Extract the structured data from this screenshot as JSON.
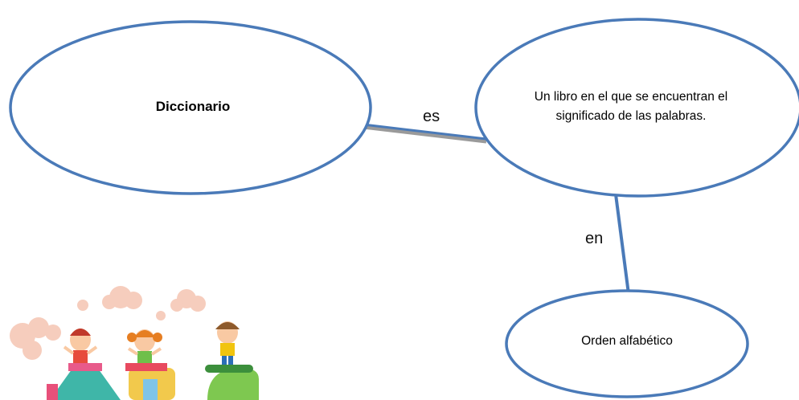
{
  "nodes": {
    "diccionario": "Diccionario",
    "definicion": "Un libro en el que se encuentran el significado de las palabras.",
    "orden": "Orden alfabético"
  },
  "edges": {
    "es": "es",
    "en": "en"
  },
  "colors": {
    "ellipse_stroke": "#4a7ab8",
    "connector": "#4a7ab8",
    "connector_shadow": "#9a9a9a"
  },
  "decoration": {
    "illustration": "abc-kids-clipart"
  }
}
